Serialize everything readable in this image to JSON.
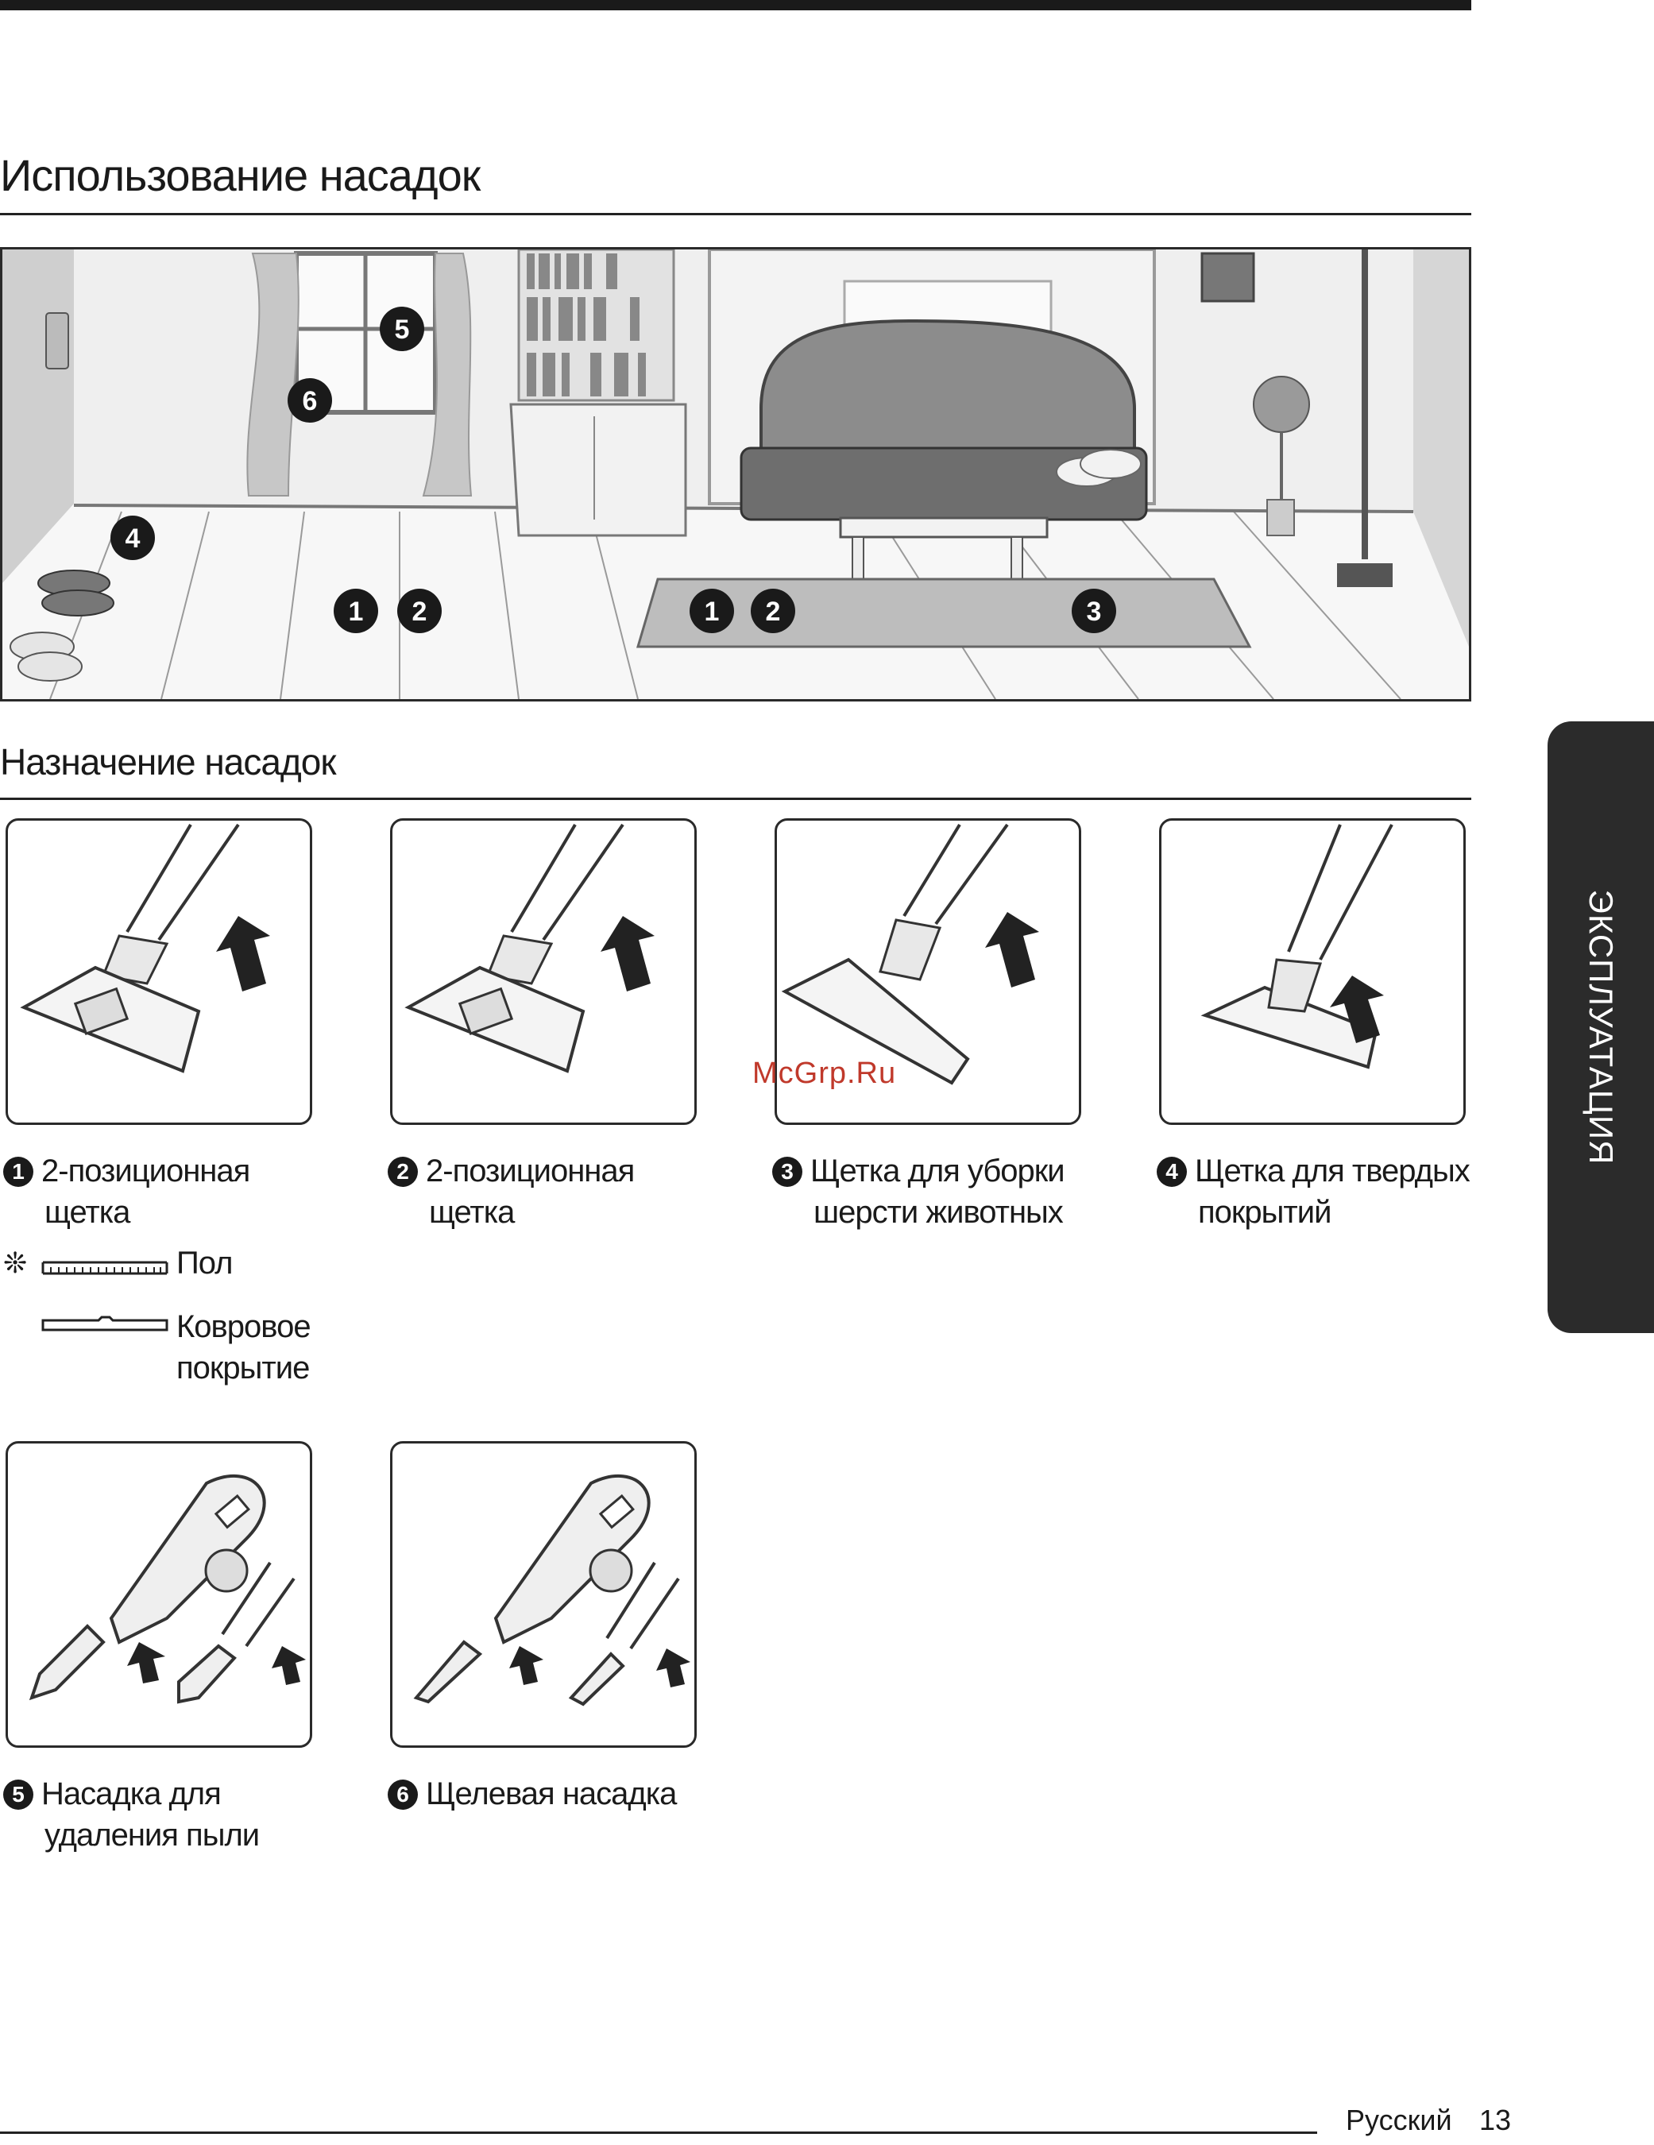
{
  "page_title": "Использование насадок",
  "section_title": "Назначение насадок",
  "side_tab": "ЭКСПЛУАТАЦИЯ",
  "watermark": "McGrp.Ru",
  "scene_badges": [
    "1",
    "2",
    "1",
    "2",
    "3",
    "4",
    "5",
    "6"
  ],
  "attachments": [
    {
      "num": "1",
      "line1": "2-позиционная",
      "line2": "щетка"
    },
    {
      "num": "2",
      "line1": "2-позиционная",
      "line2": "щетка"
    },
    {
      "num": "3",
      "line1": "Щетка для уборки",
      "line2": "шерсти животных"
    },
    {
      "num": "4",
      "line1": "Щетка для твердых",
      "line2": "покрытий"
    },
    {
      "num": "5",
      "line1": "Насадка для",
      "line2": "удаления пыли"
    },
    {
      "num": "6",
      "line1": "Щелевая насадка",
      "line2": ""
    }
  ],
  "note": {
    "symbol": "❊",
    "floor_label": "Пол",
    "carpet_label_1": "Ковровое",
    "carpet_label_2": "покрытие"
  },
  "footer": {
    "language": "Русский",
    "page_number": "13"
  }
}
